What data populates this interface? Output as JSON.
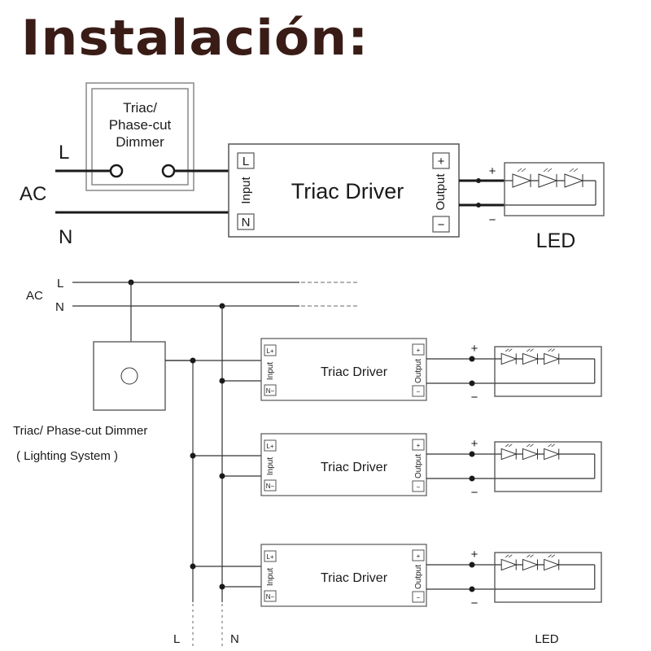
{
  "title": "Instalación:",
  "top_diagram": {
    "ac_label": "AC",
    "l_label": "L",
    "n_label": "N",
    "dimmer_label_lines": [
      "Triac/",
      "Phase-cut",
      "Dimmer"
    ],
    "driver_label": "Triac Driver",
    "input_label": "Input",
    "output_label": "Output",
    "terminal_l": "L",
    "terminal_n": "N",
    "terminal_plus": "+",
    "terminal_minus": "−",
    "wire_plus": "+",
    "wire_minus": "−",
    "led_label": "LED",
    "led_count": 3
  },
  "bottom_diagram": {
    "ac_label": "AC",
    "l_label": "L",
    "n_label": "N",
    "dimmer_caption": "Triac/ Phase-cut Dimmer",
    "dimmer_subcaption": "( Lighting System )",
    "bottom_l_label": "L",
    "bottom_n_label": "N",
    "led_label": "LED",
    "drivers": [
      {
        "label": "Triac Driver",
        "input_label": "Input",
        "output_label": "Output",
        "terminal_l": "L+",
        "terminal_n": "N−",
        "terminal_plus": "+",
        "terminal_minus": "−",
        "wire_plus": "+",
        "wire_minus": "−",
        "led_count": 3
      },
      {
        "label": "Triac Driver",
        "input_label": "Input",
        "output_label": "Output",
        "terminal_l": "L+",
        "terminal_n": "N−",
        "terminal_plus": "+",
        "terminal_minus": "−",
        "wire_plus": "+",
        "wire_minus": "−",
        "led_count": 3
      },
      {
        "label": "Triac Driver",
        "input_label": "Input",
        "output_label": "Output",
        "terminal_l": "L+",
        "terminal_n": "N−",
        "terminal_plus": "+",
        "terminal_minus": "−",
        "wire_plus": "+",
        "wire_minus": "−",
        "led_count": 3
      }
    ]
  },
  "colors": {
    "title": "#3a1c16",
    "wire": "#1a1a1a",
    "box": "#555555",
    "grey_wire": "#888888"
  }
}
